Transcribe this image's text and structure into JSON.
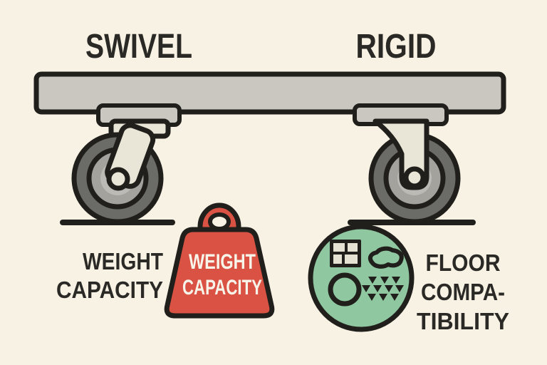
{
  "colors": {
    "bg": "#f7f2e3",
    "outline": "#201f1b",
    "text_dark": "#2a2925",
    "text_white": "#f7f4ea",
    "bar_gray": "#c9c7bf",
    "cream": "#e9e5d7",
    "tire_gray": "#6b6b68",
    "wheel_mid": "#a3a29d",
    "wheel_light": "#bbbab4",
    "red": "#da5243",
    "green": "#8fc7a0",
    "pane": "#e5e1d3"
  },
  "top": {
    "left_label": "SWIVEL",
    "right_label": "RIGID"
  },
  "bottom_left": {
    "caption_line1": "WEIGHT",
    "caption_line2": "CAPACITY",
    "weight_label_line1": "WEIGHT",
    "weight_label_line2": "CAPACITY"
  },
  "bottom_right": {
    "caption_line1": "FLOOR",
    "caption_line2": "COMPA-",
    "caption_line3": "TIBILITY"
  },
  "icons": {
    "weight_icon": "kettlebell-weight",
    "floor_icons": [
      "tile-floor",
      "vinyl-blob",
      "smooth-ring",
      "carpet-triangles"
    ]
  }
}
